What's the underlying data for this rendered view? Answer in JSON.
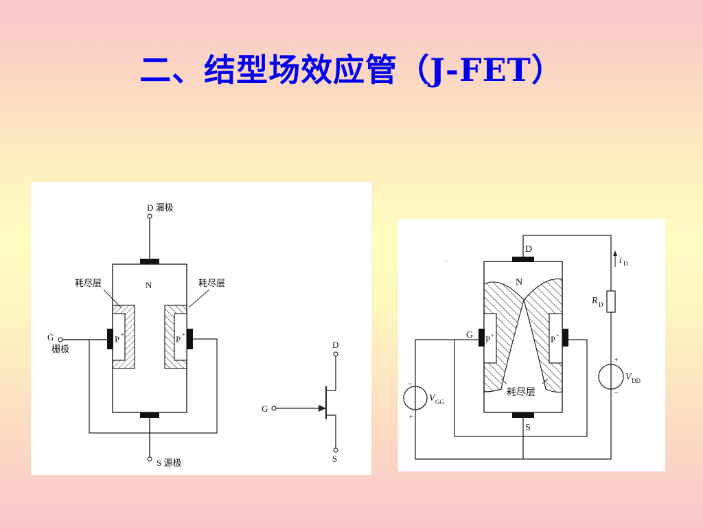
{
  "slide": {
    "title": "二、结型场效应管（J-FET）"
  },
  "left_diagram": {
    "drain": "D 漏极",
    "source": "S 源极",
    "gate": "G",
    "gate_name": "栅极",
    "channel": "N",
    "depletion_left": "耗尽层",
    "depletion_right": "耗尽层",
    "p_left": "P",
    "p_right": "P",
    "p_sup": "+"
  },
  "symbol": {
    "drain": "D",
    "gate": "G",
    "source": "S"
  },
  "right_diagram": {
    "drain": "D",
    "source": "S",
    "gate": "G",
    "channel": "N",
    "p_left": "P",
    "p_right": "P",
    "p_sup": "+",
    "depletion": "耗尽层",
    "current": "i",
    "current_sub": "D",
    "resistor": "R",
    "resistor_sub": "D",
    "vdd": "V",
    "vdd_sub": "DD",
    "vgg": "V",
    "vgg_sub": "GG",
    "plus": "+",
    "minus": "−"
  }
}
